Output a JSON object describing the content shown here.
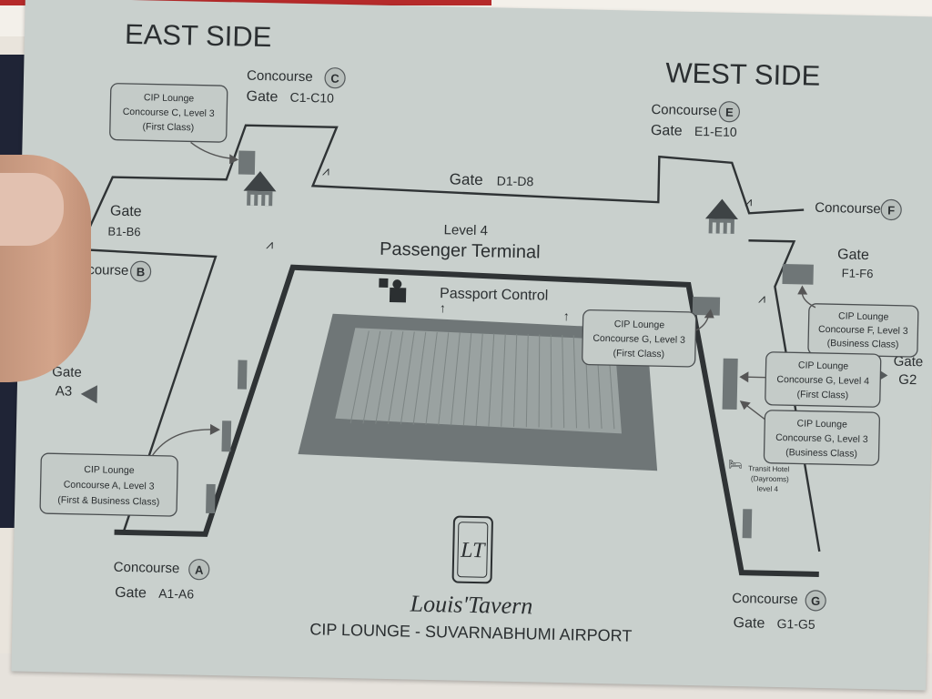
{
  "map": {
    "sides": {
      "east": "EAST SIDE",
      "west": "WEST SIDE"
    },
    "terminal": {
      "level": "Level 4",
      "name": "Passenger Terminal",
      "passport": "Passport Control"
    },
    "concourses": {
      "a": {
        "label": "Concourse",
        "letter": "A",
        "gates_prefix": "Gate",
        "gates": "A1-A6"
      },
      "b": {
        "label": "oncourse",
        "letter": "B",
        "gates_prefix": "Gate",
        "gates": "B1-B6"
      },
      "c": {
        "label": "Concourse",
        "letter": "C",
        "gates_prefix": "Gate",
        "gates": "C1-C10"
      },
      "d": {
        "gates_prefix": "Gate",
        "gates": "D1-D8"
      },
      "e": {
        "label": "Concourse",
        "letter": "E",
        "gates_prefix": "Gate",
        "gates": "E1-E10"
      },
      "f": {
        "label": "Concourse",
        "letter": "F",
        "gates_prefix": "Gate",
        "gates": "F1-F6"
      },
      "g": {
        "label": "Concourse",
        "letter": "G",
        "gates_prefix": "Gate",
        "gates": "G1-G5"
      }
    },
    "side_gates": {
      "a3": {
        "line1": "Gate",
        "line2": "A3"
      },
      "g2": {
        "line1": "Gate",
        "line2": "G2"
      }
    },
    "lounges": {
      "c": [
        "CIP Lounge",
        "Concourse C, Level 3",
        "(First Class)"
      ],
      "a": [
        "CIP Lounge",
        "Concourse A, Level 3",
        "(First & Business Class)"
      ],
      "g_center": [
        "CIP Lounge",
        "Concourse G, Level 3",
        "(First Class)"
      ],
      "f": [
        "CIP Lounge",
        "Concourse F, Level 3",
        "(Business Class)"
      ],
      "g4": [
        "CIP Lounge",
        "Concourse G, Level 4",
        "(First Class)"
      ],
      "g3": [
        "CIP Lounge",
        "Concourse G, Level 3",
        "(Business Class)"
      ]
    },
    "transit_hotel": [
      "Transit Hotel",
      "(Dayrooms)",
      "level 4"
    ],
    "brand": {
      "name": "Louis'Tavern",
      "monogram": "LT",
      "footer": "CIP LOUNGE - SUVARNABHUMI AIRPORT"
    }
  },
  "colors": {
    "card": "#c9d0cd",
    "ink": "#2b2f31",
    "wall": "#2f3335"
  }
}
